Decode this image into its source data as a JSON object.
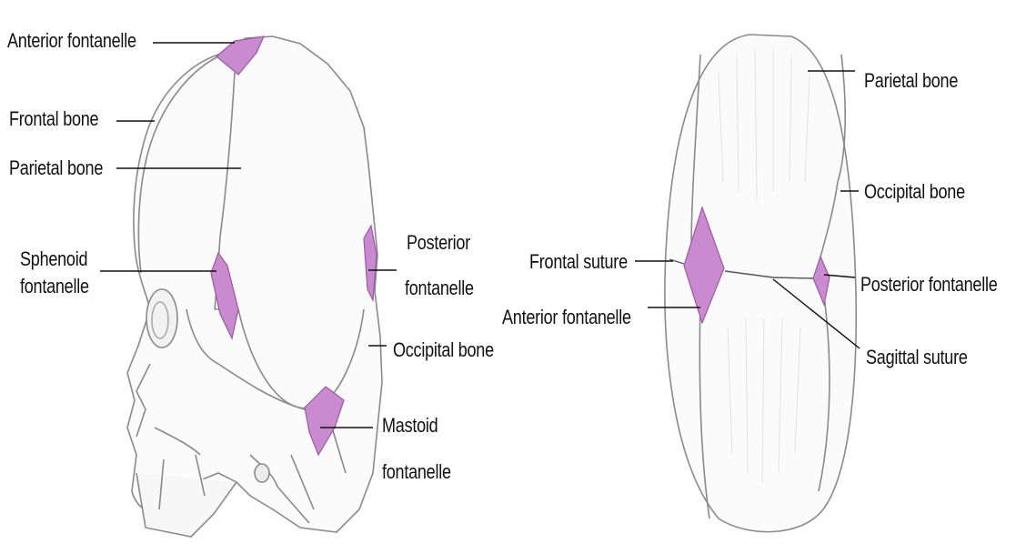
{
  "colors": {
    "fontanelle_fill": "#c98ad0",
    "fontanelle_stroke": "#9a5aa2",
    "bone_outline": "#8a8a8a",
    "bone_fill": "#fbfbfb",
    "shading": "#d9d9d9",
    "leader_line": "#111111",
    "label_text": "#111111"
  },
  "lateral_view": {
    "labels": {
      "anterior_fontanelle": "Anterior fontanelle",
      "frontal_bone": "Frontal bone",
      "parietal_bone": "Parietal bone",
      "sphenoid_fontanelle_line1": "Sphenoid",
      "sphenoid_fontanelle_line2": "fontanelle",
      "posterior_fontanelle_line1": "Posterior",
      "posterior_fontanelle_line2": "fontanelle",
      "occipital_bone": "Occipital bone",
      "mastoid_fontanelle_line1": "Mastoid",
      "mastoid_fontanelle_line2": "fontanelle"
    }
  },
  "superior_view": {
    "labels": {
      "parietal_bone": "Parietal bone",
      "occipital_bone": "Occipital bone",
      "frontal_suture": "Frontal suture",
      "anterior_fontanelle": "Anterior fontanelle",
      "posterior_fontanelle": "Posterior fontanelle",
      "sagittal_suture": "Sagittal suture"
    }
  }
}
